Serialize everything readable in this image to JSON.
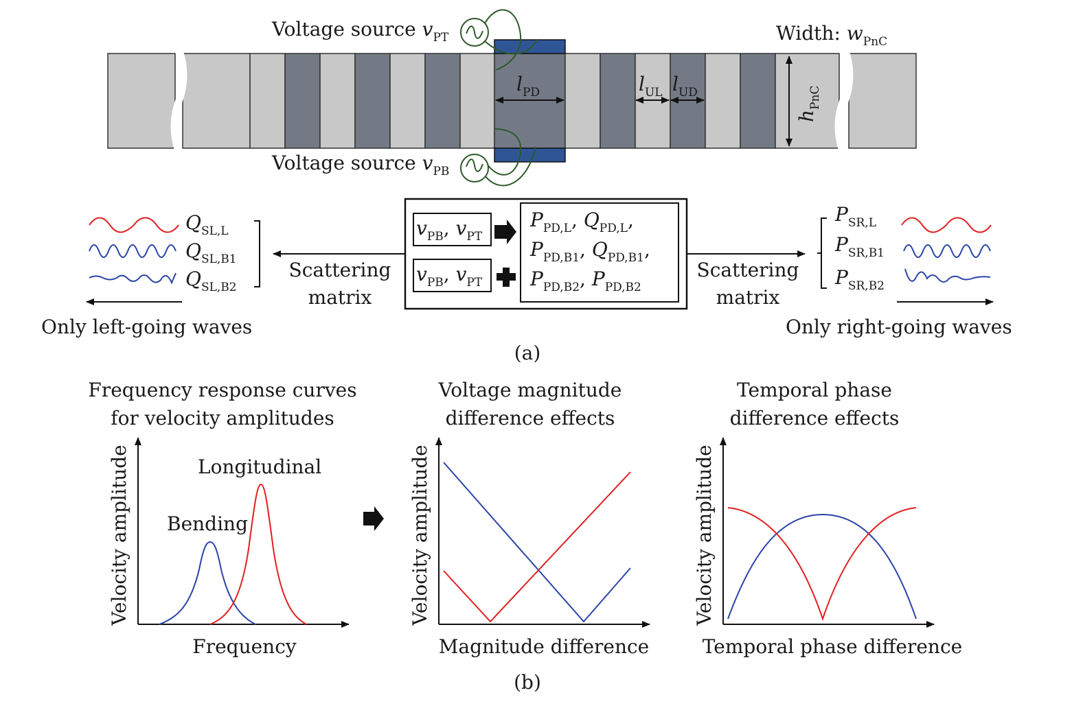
{
  "colors": {
    "light_unit": "#c8c8c8",
    "dark_unit": "#737a85",
    "pd_blue": "#2f5597",
    "wire_green": "#2e5a2a",
    "red": "#e02020",
    "blue": "#2a44a8"
  },
  "panel_a": {
    "caption": "(a)",
    "vs_top": {
      "text": "Voltage source ",
      "sym": "v",
      "sub": "PT"
    },
    "vs_bottom": {
      "text": "Voltage source ",
      "sym": "v",
      "sub": "PB"
    },
    "width": {
      "text": "Width: ",
      "sym": "w",
      "sub": "PnC"
    },
    "height": {
      "sym": "h",
      "sub": "PnC"
    },
    "l_pd": {
      "sym": "l",
      "sub": "PD"
    },
    "l_ul": {
      "sym": "l",
      "sub": "UL"
    },
    "l_ud": {
      "sym": "l",
      "sub": "UD"
    },
    "left_waves": [
      {
        "sym": "Q",
        "sub": "SL,L"
      },
      {
        "sym": "Q",
        "sub": "SL,B1"
      },
      {
        "sym": "Q",
        "sub": "SL,B2"
      }
    ],
    "right_waves": [
      {
        "sym": "P",
        "sub": "SR,L"
      },
      {
        "sym": "P",
        "sub": "SR,B1"
      },
      {
        "sym": "P",
        "sub": "SR,B2"
      }
    ],
    "left_going": "Only left-going waves",
    "right_going": "Only right-going waves",
    "scattering_left": [
      "Scattering",
      "matrix"
    ],
    "scattering_right": [
      "Scattering",
      "matrix"
    ],
    "input_box_1": "v_PB, v_PT",
    "input_box_2": "v_PB, v_PT",
    "pd_terms": [
      [
        {
          "sym": "P",
          "sub": "PD,L"
        },
        {
          "sym": "Q",
          "sub": "PD,L"
        }
      ],
      [
        {
          "sym": "P",
          "sub": "PD,B1"
        },
        {
          "sym": "Q",
          "sub": "PD,B1"
        }
      ],
      [
        {
          "sym": "P",
          "sub": "PD,B2"
        },
        {
          "sym": "P",
          "sub": "PD,B2"
        }
      ]
    ]
  },
  "panel_b": {
    "caption": "(b)",
    "plots": [
      {
        "title": [
          "Frequency response curves",
          "for velocity amplitudes"
        ],
        "xlabel": "Frequency",
        "ylabel": "Velocity amplitude",
        "annotations": [
          "Longitudinal",
          "Bending"
        ]
      },
      {
        "title": [
          "Voltage magnitude",
          "difference effects"
        ],
        "xlabel": "Magnitude difference",
        "ylabel": "Velocity amplitude"
      },
      {
        "title": [
          "Temporal phase",
          "difference effects"
        ],
        "xlabel": "Temporal phase difference",
        "ylabel": "Velocity amplitude"
      }
    ]
  }
}
